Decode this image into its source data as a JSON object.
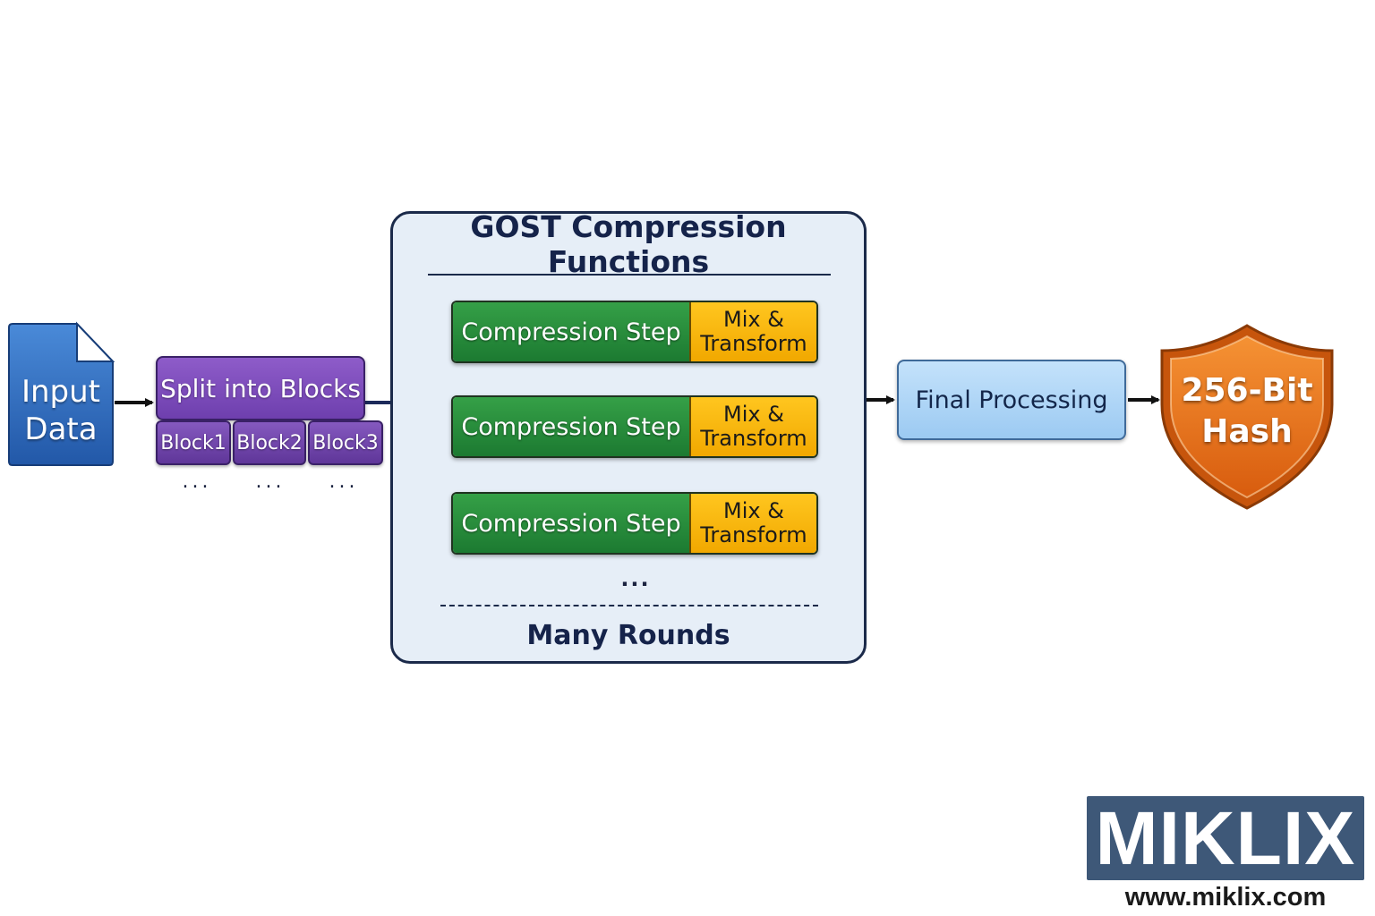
{
  "input": {
    "line1": "Input",
    "line2": "Data"
  },
  "split": {
    "label": "Split into Blocks",
    "blocks": [
      "Block1",
      "Block2",
      "Block3"
    ],
    "dots": [
      "...",
      "...",
      "..."
    ]
  },
  "gost": {
    "title": "GOST Compression Functions",
    "steps": [
      {
        "step": "Compression Step",
        "mix1": "Mix &",
        "mix2": "Transform"
      },
      {
        "step": "Compression Step",
        "mix1": "Mix &",
        "mix2": "Transform"
      },
      {
        "step": "Compression Step",
        "mix1": "Mix &",
        "mix2": "Transform"
      }
    ],
    "continuation": "...",
    "rounds_label": "Many Rounds"
  },
  "final": {
    "label": "Final Processing"
  },
  "output": {
    "line1": "256-Bit",
    "line2": "Hash"
  },
  "branding": {
    "logo": "MIKLIX",
    "url": "www.miklix.com"
  },
  "colors": {
    "input_doc": "#2f6fc4",
    "split_blocks": "#7a4bb8",
    "compression_step": "#2a8c3c",
    "mix_transform": "#f7b70a",
    "gost_panel": "#e6eef7",
    "final_processing": "#aad4f7",
    "hash_shield": "#e8721c",
    "logo_bg": "#3e5878"
  }
}
